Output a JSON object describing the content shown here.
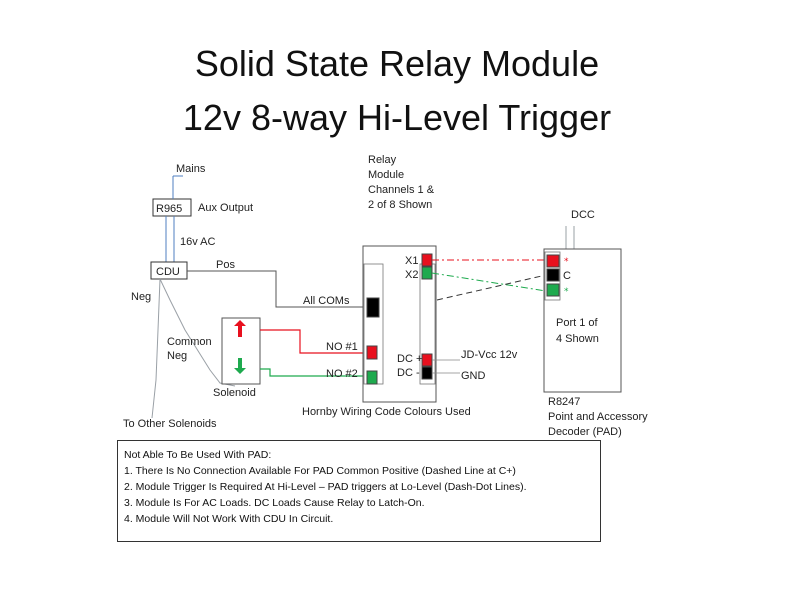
{
  "title": {
    "line1": "Solid State Relay Module",
    "line2": "12v 8-way Hi-Level Trigger"
  },
  "labels": {
    "mains": "Mains",
    "r965": "R965",
    "aux_output": "Aux Output",
    "v16ac": "16v AC",
    "cdu": "CDU",
    "pos": "Pos",
    "neg": "Neg",
    "to_other_solenoids": "To Other Solenoids",
    "common_neg_1": "Common",
    "common_neg_2": "Neg",
    "solenoid": "Solenoid",
    "relay_1": "Relay",
    "relay_2": "Module",
    "relay_3": "Channels 1 &",
    "relay_4": "2 of 8 Shown",
    "x1": "X1",
    "x2": "X2",
    "all_coms": "All COMs",
    "no1": "NO #1",
    "no2": "NO #2",
    "dc_plus": "DC +",
    "dc_minus": "DC -",
    "jd_vcc": "JD-Vcc 12v",
    "gnd": "GND",
    "hornby": "Hornby Wiring Code Colours Used",
    "dcc": "DCC",
    "c": "C",
    "port_1": "Port 1 of",
    "port_2": "4 Shown",
    "r8247_1": "R8247",
    "r8247_2": "Point and Accessory",
    "r8247_3": "Decoder (PAD)"
  },
  "notes": [
    "Not Able To Be Used With PAD:",
    "1. There Is No Connection Available For PAD Common Positive (Dashed Line at C+)",
    "2. Module Trigger Is Required At Hi-Level – PAD triggers at Lo-Level (Dash-Dot Lines).",
    "3. Module Is For AC Loads. DC Loads Cause Relay to Latch-On.",
    "4. Module Will Not Work With CDU In Circuit."
  ],
  "colors": {
    "red": "#e8101e",
    "green": "#1eaa4e",
    "black": "#000000",
    "box_fill": "#ffffff",
    "wire_gray": "#9aa0a6",
    "wire_blue": "#4f7fc0"
  }
}
